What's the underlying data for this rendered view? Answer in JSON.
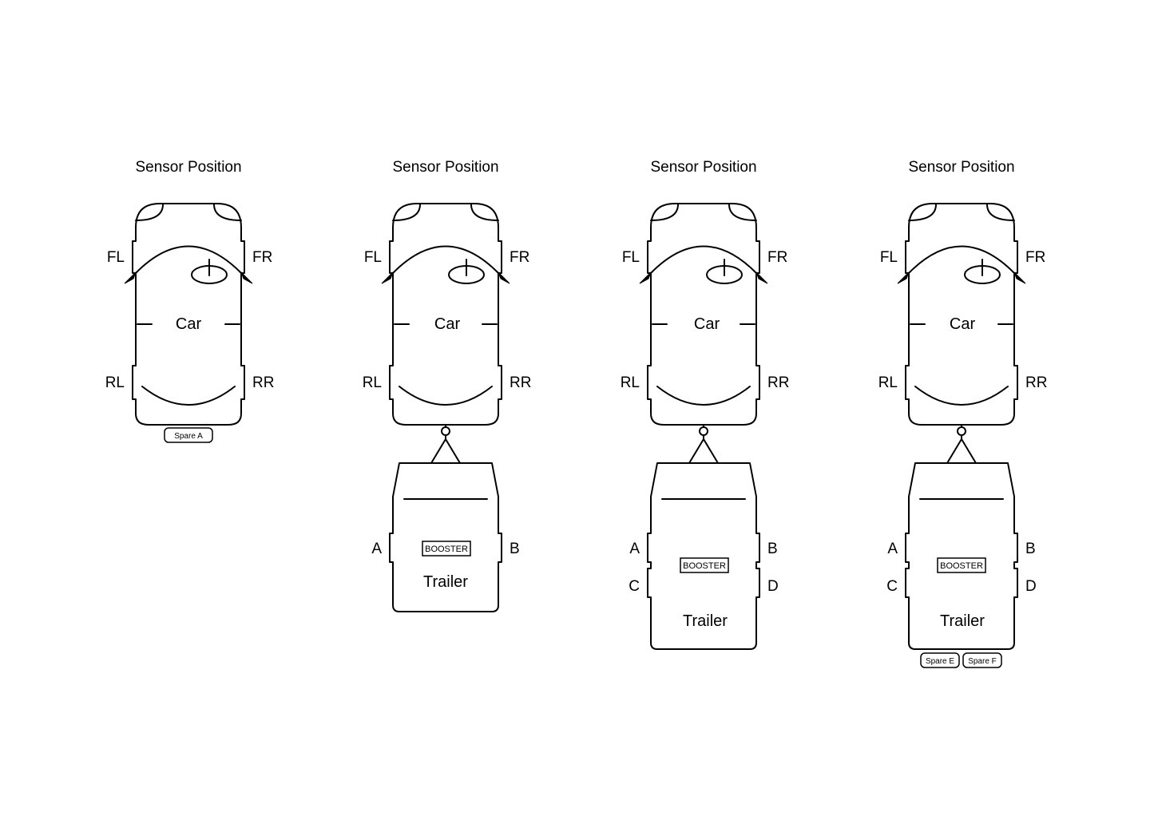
{
  "diagrams": [
    {
      "title": "Sensor Position",
      "car": {
        "label": "Car",
        "wheels": {
          "fl": "FL",
          "fr": "FR",
          "rl": "RL",
          "rr": "RR"
        }
      },
      "spares_car": [
        "Spare A"
      ]
    },
    {
      "title": "Sensor Position",
      "car": {
        "label": "Car",
        "wheels": {
          "fl": "FL",
          "fr": "FR",
          "rl": "RL",
          "rr": "RR"
        }
      },
      "trailer": {
        "label": "Trailer",
        "booster": "BOOSTER",
        "axles": 1,
        "wheels": [
          "A",
          "B"
        ]
      }
    },
    {
      "title": "Sensor Position",
      "car": {
        "label": "Car",
        "wheels": {
          "fl": "FL",
          "fr": "FR",
          "rl": "RL",
          "rr": "RR"
        }
      },
      "trailer": {
        "label": "Trailer",
        "booster": "BOOSTER",
        "axles": 2,
        "wheels": [
          "A",
          "B",
          "C",
          "D"
        ]
      }
    },
    {
      "title": "Sensor Position",
      "car": {
        "label": "Car",
        "wheels": {
          "fl": "FL",
          "fr": "FR",
          "rl": "RL",
          "rr": "RR"
        }
      },
      "trailer": {
        "label": "Trailer",
        "booster": "BOOSTER",
        "axles": 2,
        "wheels": [
          "A",
          "B",
          "C",
          "D"
        ],
        "spares": [
          "Spare E",
          "Spare F"
        ]
      }
    }
  ]
}
